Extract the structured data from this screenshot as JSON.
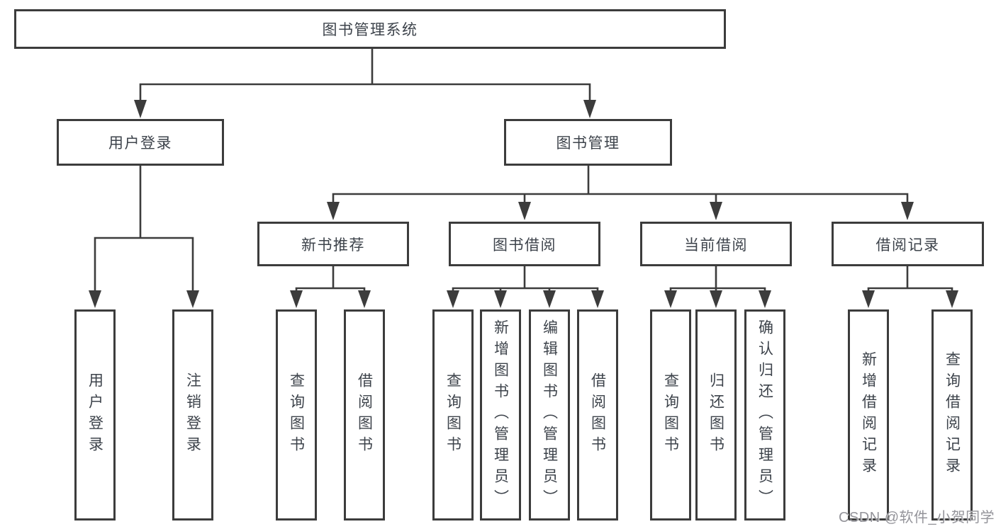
{
  "tree": {
    "root": {
      "label": "图书管理系统"
    },
    "branches": [
      {
        "label": "用户登录",
        "children": [
          {
            "label": "用户登录"
          },
          {
            "label": "注销登录"
          }
        ]
      },
      {
        "label": "图书管理",
        "groups": [
          {
            "label": "新书推荐",
            "children": [
              {
                "label": "查询图书"
              },
              {
                "label": "借阅图书"
              }
            ]
          },
          {
            "label": "图书借阅",
            "children": [
              {
                "label": "查询图书"
              },
              {
                "label": "新增图书（管理员）"
              },
              {
                "label": "编辑图书（管理员）"
              },
              {
                "label": "借阅图书"
              }
            ]
          },
          {
            "label": "当前借阅",
            "children": [
              {
                "label": "查询图书"
              },
              {
                "label": "归还图书"
              },
              {
                "label": "确认归还（管理员）"
              }
            ]
          },
          {
            "label": "借阅记录",
            "children": [
              {
                "label": "新增借阅记录"
              },
              {
                "label": "查询借阅记录"
              }
            ]
          }
        ]
      }
    ]
  },
  "watermark": {
    "text": "CSDN @软件_小贺同学"
  },
  "colors": {
    "line": "#3c3c3c",
    "text": "#3d434b",
    "background": "#ffffff",
    "watermark": "#94949a"
  }
}
